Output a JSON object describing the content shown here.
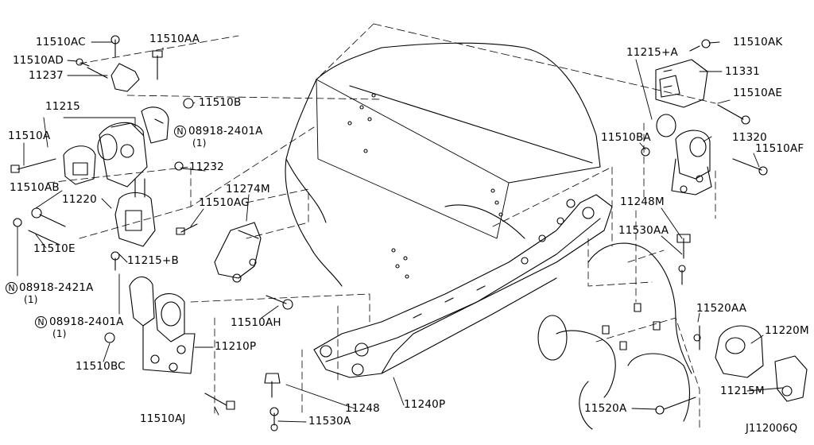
{
  "diagram_code": "J112006Q",
  "nut_symbol": "N",
  "labels": [
    {
      "id": "11510AC",
      "text": "11510AC"
    },
    {
      "id": "11510AA",
      "text": "11510AA"
    },
    {
      "id": "11510AD",
      "text": "11510AD"
    },
    {
      "id": "11237",
      "text": "11237"
    },
    {
      "id": "11215",
      "text": "11215"
    },
    {
      "id": "11510B",
      "text": "11510B"
    },
    {
      "id": "08918-2401A-top",
      "text": "08918-2401A",
      "qty": "(1)"
    },
    {
      "id": "11510A",
      "text": "11510A"
    },
    {
      "id": "11232",
      "text": "11232"
    },
    {
      "id": "11510AB",
      "text": "11510AB"
    },
    {
      "id": "11220",
      "text": "11220"
    },
    {
      "id": "11274M",
      "text": "11274M"
    },
    {
      "id": "11510AG",
      "text": "11510AG"
    },
    {
      "id": "11510E",
      "text": "11510E"
    },
    {
      "id": "11215+B",
      "text": "11215+B"
    },
    {
      "id": "08918-2421A",
      "text": "08918-2421A",
      "qty": "(1)"
    },
    {
      "id": "08918-2401A-bottom",
      "text": "08918-2401A",
      "qty": "(1)"
    },
    {
      "id": "11510AH",
      "text": "11510AH"
    },
    {
      "id": "11210P",
      "text": "11210P"
    },
    {
      "id": "11510BC",
      "text": "11510BC"
    },
    {
      "id": "11510AJ",
      "text": "11510AJ"
    },
    {
      "id": "11248-bottom",
      "text": "11248"
    },
    {
      "id": "11240P",
      "text": "11240P"
    },
    {
      "id": "11530A",
      "text": "11530A"
    },
    {
      "id": "11215+A",
      "text": "11215+A"
    },
    {
      "id": "11510AK",
      "text": "11510AK"
    },
    {
      "id": "11331",
      "text": "11331"
    },
    {
      "id": "11510AE",
      "text": "11510AE"
    },
    {
      "id": "11510BA",
      "text": "11510BA"
    },
    {
      "id": "11320",
      "text": "11320"
    },
    {
      "id": "11510AF",
      "text": "11510AF"
    },
    {
      "id": "11248M",
      "text": "11248M"
    },
    {
      "id": "11530AA",
      "text": "11530AA"
    },
    {
      "id": "11520AA",
      "text": "11520AA"
    },
    {
      "id": "11220M",
      "text": "11220M"
    },
    {
      "id": "11215M",
      "text": "11215M"
    },
    {
      "id": "11520A",
      "text": "11520A"
    }
  ]
}
